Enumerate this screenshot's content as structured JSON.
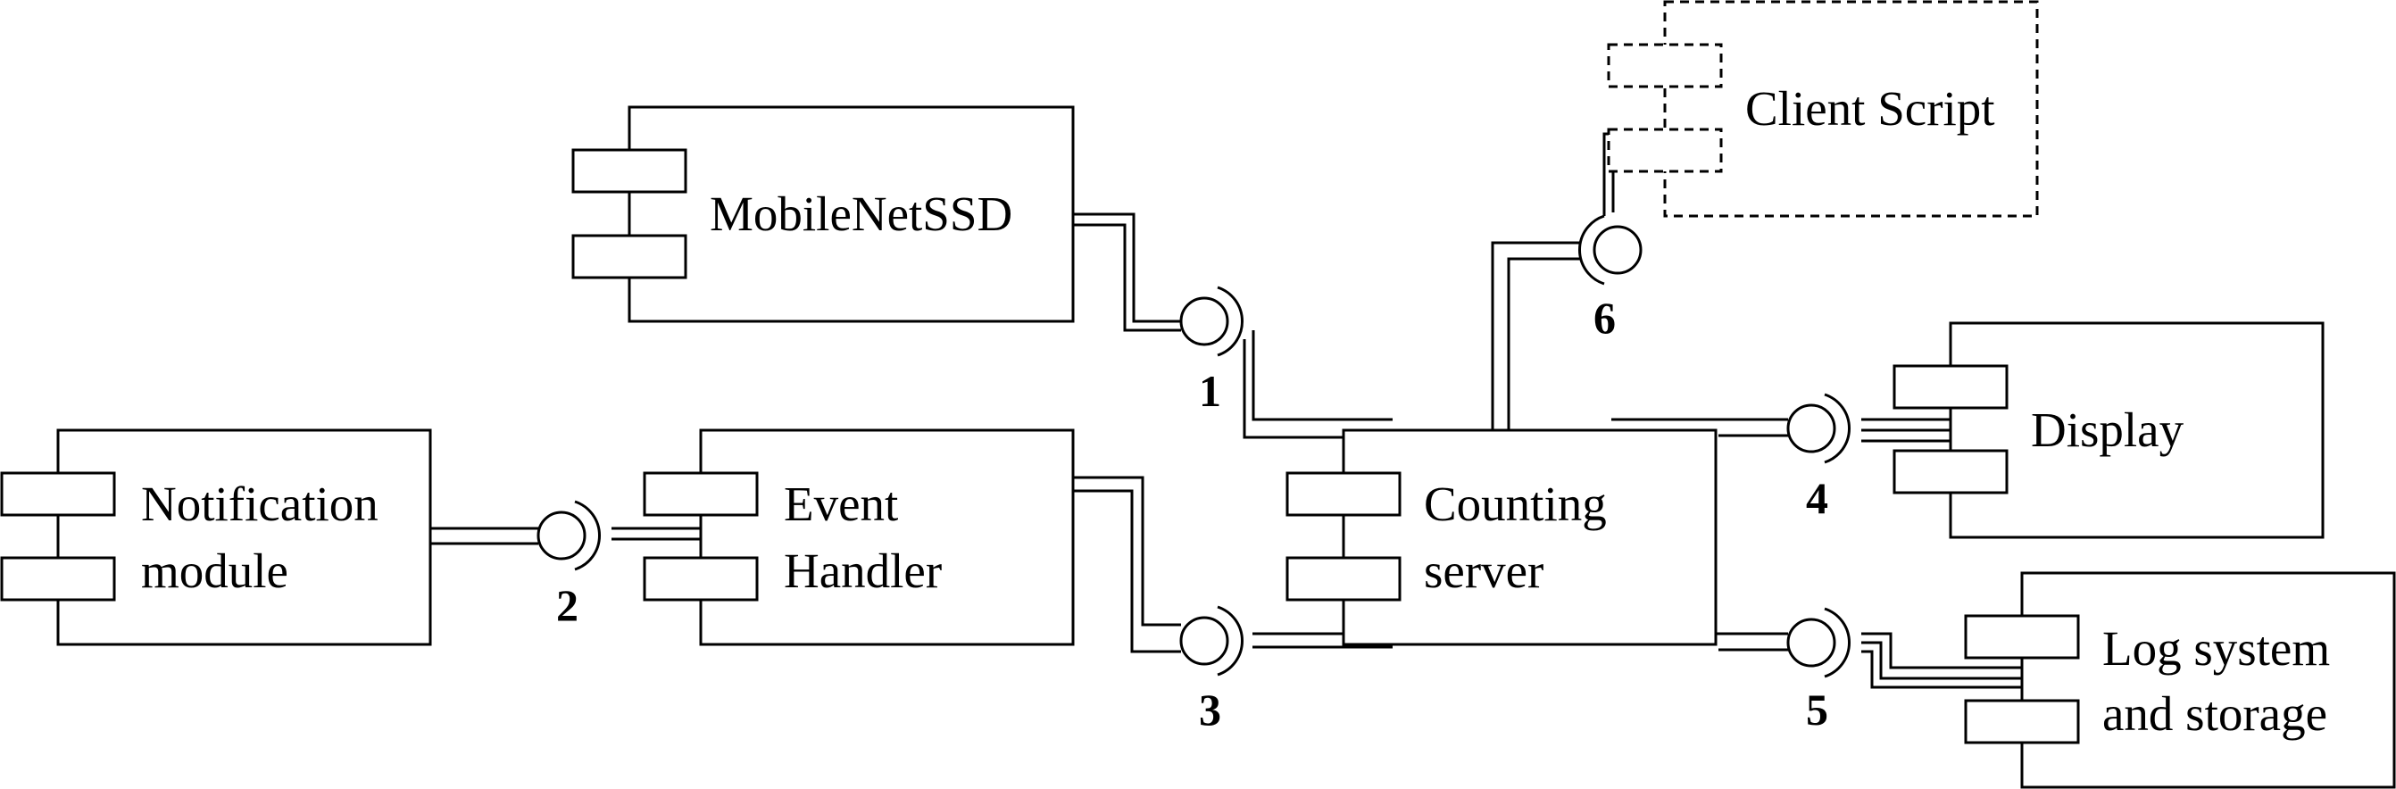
{
  "components": {
    "mobilenetssd": {
      "label": "MobileNetSSD"
    },
    "notification": {
      "line1": "Notification",
      "line2": "module"
    },
    "event_handler": {
      "line1": "Event",
      "line2": "Handler"
    },
    "counting_server": {
      "line1": "Counting",
      "line2": "server"
    },
    "display": {
      "label": "Display"
    },
    "log_system": {
      "line1": "Log system",
      "line2": "and storage"
    },
    "client_script": {
      "label": "Client Script"
    }
  },
  "interfaces": {
    "i1": "1",
    "i2": "2",
    "i3": "3",
    "i4": "4",
    "i5": "5",
    "i6": "6"
  }
}
